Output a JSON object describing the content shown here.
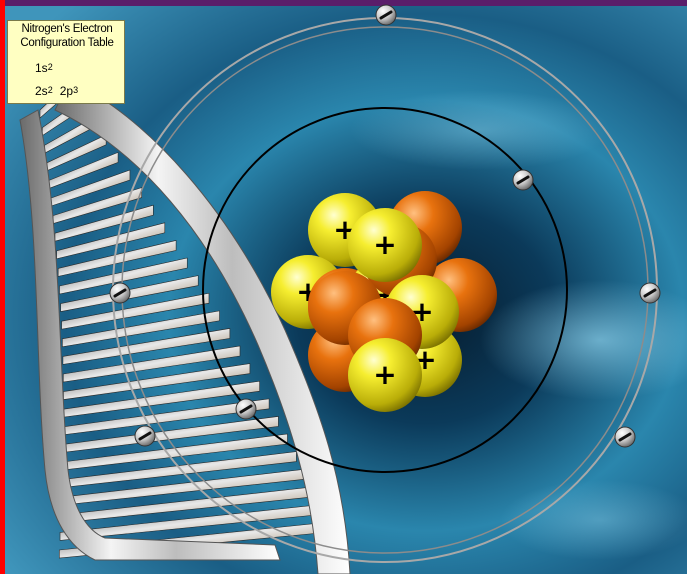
{
  "config_table": {
    "title_line1": "Nitrogen's Electron",
    "title_line2": "Configuration Table",
    "shell1": {
      "orbital": "1s",
      "electrons": "2"
    },
    "shell2": [
      {
        "orbital": "2s",
        "electrons": "2"
      },
      {
        "orbital": "2p",
        "electrons": "3"
      }
    ]
  },
  "nucleus": {
    "protons": 7,
    "neutrons": 7,
    "proton_symbol": "+"
  },
  "shells": [
    {
      "name": "inner",
      "electron_count": 2
    },
    {
      "name": "outer",
      "electron_count": 5
    }
  ],
  "colors": {
    "background": "#0e3a5a",
    "proton": "#f2e81c",
    "neutron": "#e06a0c",
    "inner_orbit": "#000000",
    "outer_orbit": "#a8a8a8",
    "table_bg": "#ffffc2",
    "left_edge": "#ff0000",
    "top_edge": "#5a1e6a"
  },
  "icons": {
    "electron": "electron-icon",
    "proton": "proton-icon",
    "neutron": "neutron-icon",
    "dna": "dna-helix-icon"
  }
}
